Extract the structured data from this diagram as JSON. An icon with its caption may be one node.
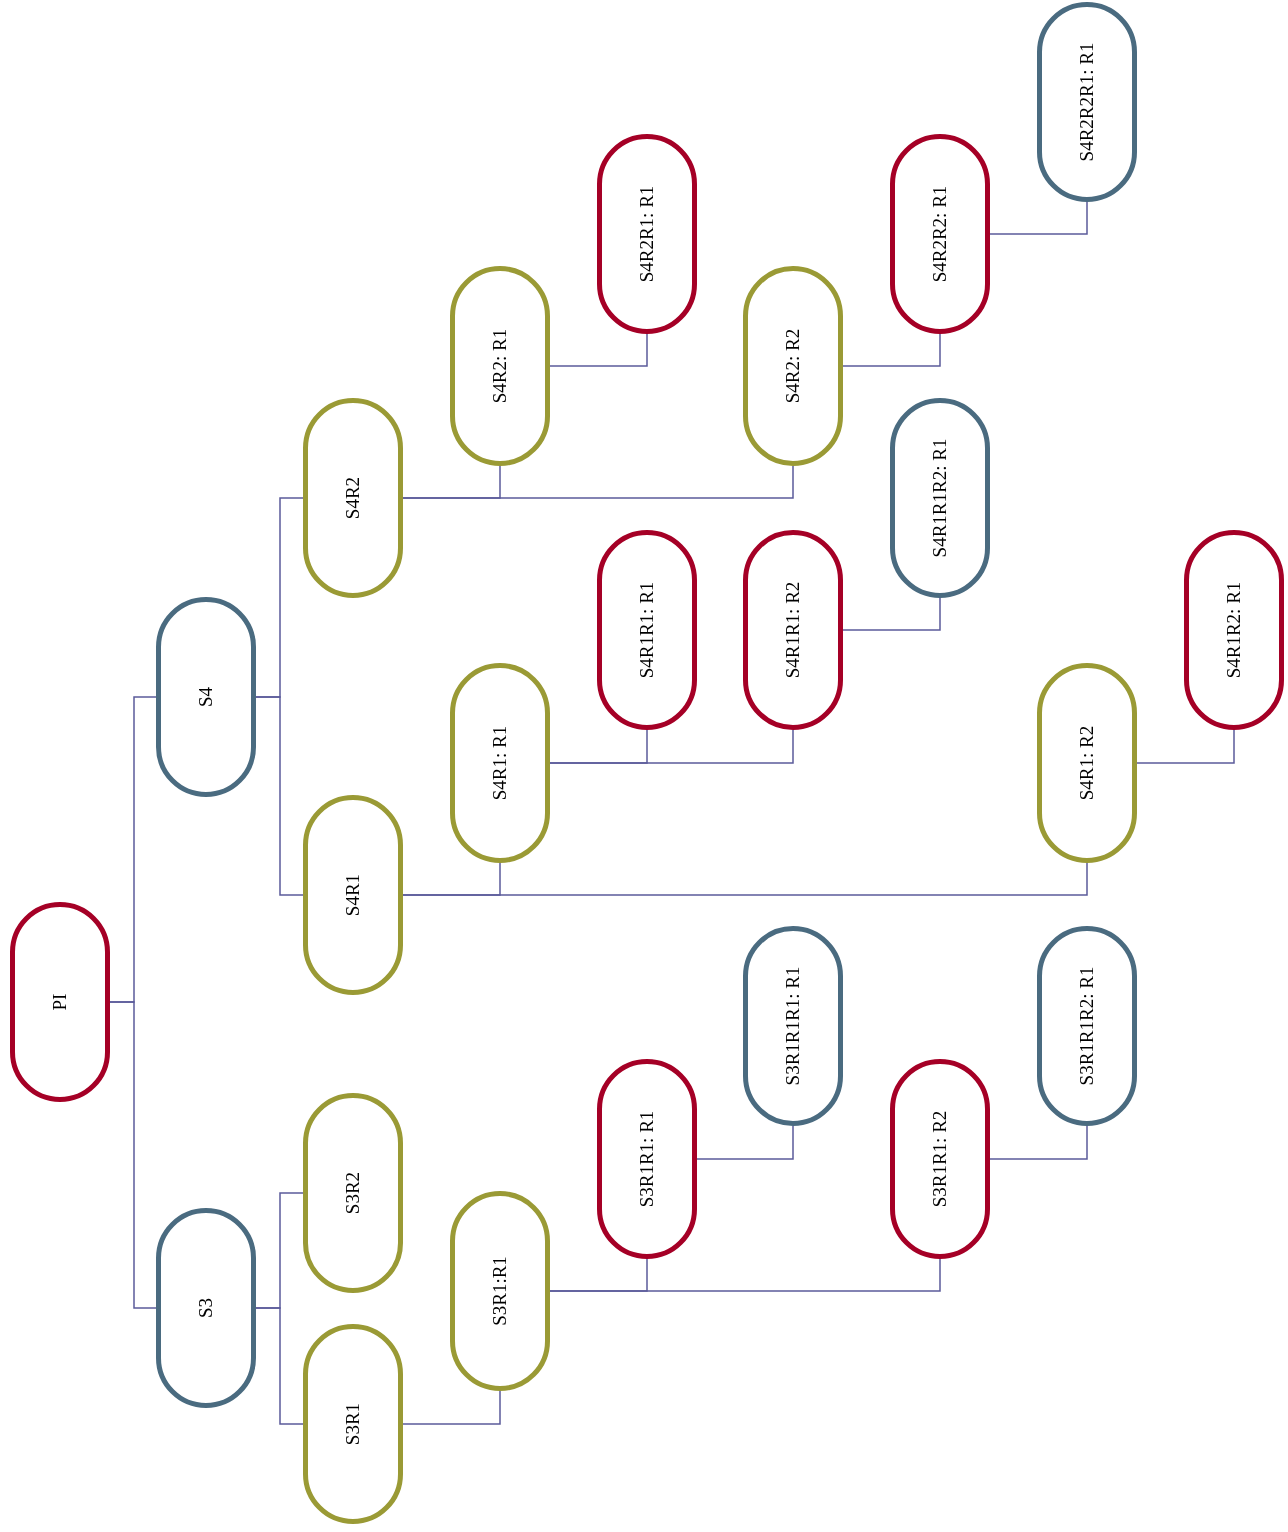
{
  "diagram": {
    "nodes": [
      {
        "text": [
          "PI"
        ]
      },
      {
        "text": [
          "S4"
        ]
      },
      {
        "text": [
          "S3"
        ]
      },
      {
        "text": [
          "S4R2"
        ]
      },
      {
        "text": [
          "S4R1"
        ]
      },
      {
        "text": [
          "S3R2"
        ]
      },
      {
        "text": [
          "S3R1"
        ]
      },
      {
        "text": [
          "S4R2: R1"
        ]
      },
      {
        "text": [
          "S4R2: R2"
        ]
      },
      {
        "text": [
          "S4R1: R1"
        ]
      },
      {
        "text": [
          "S4R1: R2"
        ]
      },
      {
        "text": [
          "S3R1:R1"
        ]
      },
      {
        "text": [
          "S4R2R1: R1"
        ]
      },
      {
        "text": [
          "S4R2R2: R1"
        ]
      },
      {
        "text": [
          "S4R2R2R1: R1"
        ]
      },
      {
        "text": [
          "S4R1R1: R1"
        ]
      },
      {
        "text": [
          "S4R1R1: R2"
        ]
      },
      {
        "text": [
          "S4R1R1R2: R1"
        ]
      },
      {
        "text": [
          "S4R1R2: R1"
        ]
      },
      {
        "text": [
          "S3R1R1: R1"
        ]
      },
      {
        "text": [
          "S3R1R1: R2"
        ]
      },
      {
        "text": [
          "S3R1R1R1: R1"
        ]
      },
      {
        "text": [
          "S3R1R1R2: R1"
        ]
      }
    ],
    "edges": [
      {
        "from": 0,
        "to": 1,
        "arrow": "none"
      },
      {
        "from": 0,
        "to": 2,
        "arrow": "none"
      },
      {
        "from": 1,
        "to": 3,
        "arrow": "none"
      },
      {
        "from": 1,
        "to": 4,
        "arrow": "none"
      },
      {
        "from": 2,
        "to": 5,
        "arrow": "none"
      },
      {
        "from": 2,
        "to": 6,
        "arrow": "none"
      },
      {
        "from": 3,
        "to": 7,
        "arrow": "none"
      },
      {
        "from": 3,
        "to": 8,
        "arrow": "none"
      },
      {
        "from": 4,
        "to": 9,
        "arrow": "none"
      },
      {
        "from": 4,
        "to": 10,
        "arrow": "none"
      },
      {
        "from": 6,
        "to": 11,
        "arrow": "none"
      },
      {
        "from": 7,
        "to": 12,
        "arrow": "none"
      },
      {
        "from": 8,
        "to": 13,
        "arrow": "none"
      },
      {
        "from": 13,
        "to": 14,
        "arrow": "none"
      },
      {
        "from": 9,
        "to": 15,
        "arrow": "none"
      },
      {
        "from": 9,
        "to": 16,
        "arrow": "none"
      },
      {
        "from": 16,
        "to": 17,
        "arrow": "none"
      },
      {
        "from": 10,
        "to": 18,
        "arrow": "none"
      },
      {
        "from": 11,
        "to": 19,
        "arrow": "none"
      },
      {
        "from": 11,
        "to": 20,
        "arrow": "none"
      },
      {
        "from": 19,
        "to": 21,
        "arrow": "none"
      },
      {
        "from": 20,
        "to": 22,
        "arrow": "none"
      }
    ]
  }
}
